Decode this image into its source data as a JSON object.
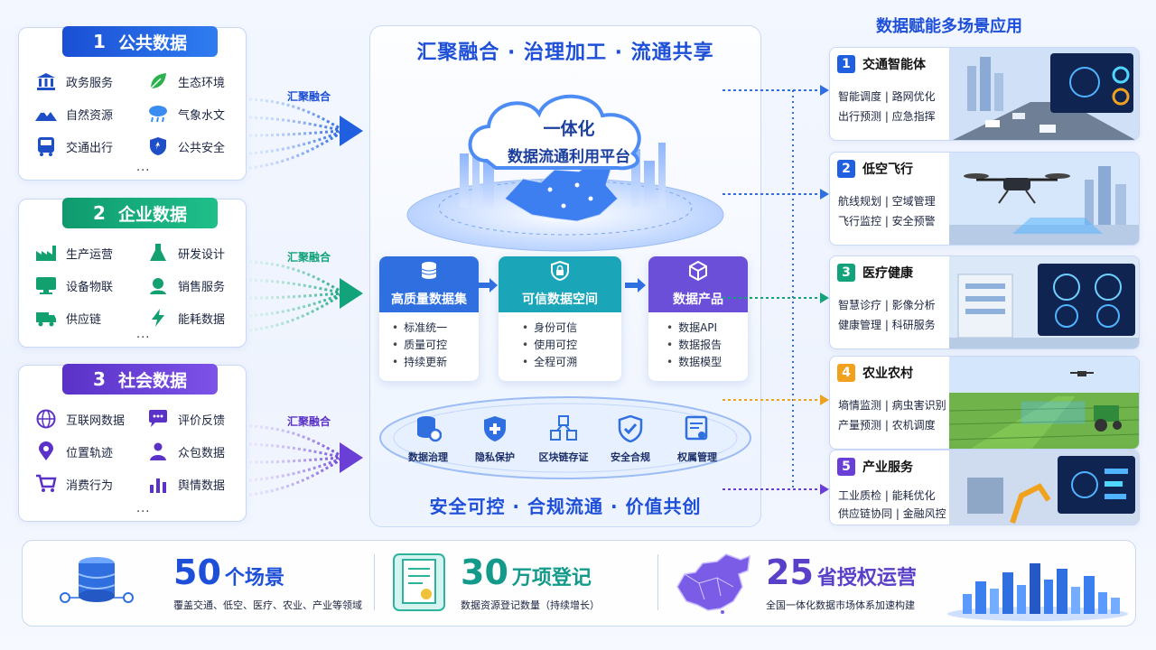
{
  "center": {
    "title": "汇聚融合 · 治理加工 · 流通共享",
    "platform_line1": "一体化",
    "platform_line2": "数据流通利用平台",
    "bottom_title": "安全可控 · 合规流通 · 价值共创",
    "stages": [
      {
        "label": "高质量数据集",
        "color": "#2f6fe0",
        "items": [
          "标准统一",
          "质量可控",
          "持续更新"
        ]
      },
      {
        "label": "可信数据空间",
        "color": "#1aa6b8",
        "items": [
          "身份可信",
          "使用可控",
          "全程可溯"
        ]
      },
      {
        "label": "数据产品",
        "color": "#6b4fd8",
        "items": [
          "数据API",
          "数据报告",
          "数据模型"
        ]
      }
    ],
    "security": [
      {
        "label": "数据治理",
        "icon": "database-gear-icon"
      },
      {
        "label": "隐私保护",
        "icon": "shield-plus-icon"
      },
      {
        "label": "区块链存证",
        "icon": "blockchain-icon"
      },
      {
        "label": "安全合规",
        "icon": "shield-check-icon"
      },
      {
        "label": "权属管理",
        "icon": "certificate-icon"
      }
    ]
  },
  "sources": [
    {
      "num": "1",
      "title": "公共数据",
      "color": "#1f5fe0",
      "more": "...",
      "items": [
        {
          "label": "政务服务",
          "icon": "government-building-icon"
        },
        {
          "label": "生态环境",
          "icon": "leaf-icon"
        },
        {
          "label": "自然资源",
          "icon": "mountain-icon"
        },
        {
          "label": "气象水文",
          "icon": "cloud-rain-icon"
        },
        {
          "label": "交通出行",
          "icon": "bus-icon"
        },
        {
          "label": "公共安全",
          "icon": "shield-icon"
        }
      ]
    },
    {
      "num": "2",
      "title": "企业数据",
      "color": "#13a37a",
      "more": "...",
      "items": [
        {
          "label": "生产运营",
          "icon": "factory-icon"
        },
        {
          "label": "研发设计",
          "icon": "flask-icon"
        },
        {
          "label": "设备物联",
          "icon": "monitor-icon"
        },
        {
          "label": "销售服务",
          "icon": "headset-icon"
        },
        {
          "label": "供应链",
          "icon": "truck-icon"
        },
        {
          "label": "能耗数据",
          "icon": "lightning-icon"
        }
      ]
    },
    {
      "num": "3",
      "title": "社会数据",
      "color": "#6a3fd6",
      "more": "...",
      "items": [
        {
          "label": "互联网数据",
          "icon": "globe-icon"
        },
        {
          "label": "评价反馈",
          "icon": "chat-icon"
        },
        {
          "label": "位置轨迹",
          "icon": "location-pin-icon"
        },
        {
          "label": "众包数据",
          "icon": "people-icon"
        },
        {
          "label": "消费行为",
          "icon": "cart-icon"
        },
        {
          "label": "舆情数据",
          "icon": "bar-chart-icon"
        }
      ]
    }
  ],
  "flow_label": "汇聚融合",
  "applications": {
    "title": "数据赋能多场景应用",
    "items": [
      {
        "num": "1",
        "title": "交通智能体",
        "color": "#1f5fe0",
        "line1": "智能调度 | 路网优化",
        "line2": "出行预测 | 应急指挥"
      },
      {
        "num": "2",
        "title": "低空飞行",
        "color": "#1f5fe0",
        "line1": "航线规划 | 空域管理",
        "line2": "飞行监控 | 安全预警"
      },
      {
        "num": "3",
        "title": "医疗健康",
        "color": "#13a37a",
        "line1": "智慧诊疗 | 影像分析",
        "line2": "健康管理 | 科研服务"
      },
      {
        "num": "4",
        "title": "农业农村",
        "color": "#f0a21f",
        "line1": "墒情监测 | 病虫害识别",
        "line2": "产量预测 | 农机调度"
      },
      {
        "num": "5",
        "title": "产业服务",
        "color": "#6a3fd6",
        "line1": "工业质检 | 能耗优化",
        "line2": "供应链协同 | 金融风控"
      }
    ]
  },
  "stats": [
    {
      "value": "50",
      "unit": "个场景",
      "desc": "覆盖交通、低空、医疗、农业、产业等领域",
      "color": "#1d4fd8"
    },
    {
      "value": "30",
      "unit": "万项登记",
      "desc": "数据资源登记数量（持续增长）",
      "color": "#139a8a"
    },
    {
      "value": "25",
      "unit": "省授权运营",
      "desc": "全国一体化数据市场体系加速构建",
      "color": "#5a3fc8"
    }
  ]
}
